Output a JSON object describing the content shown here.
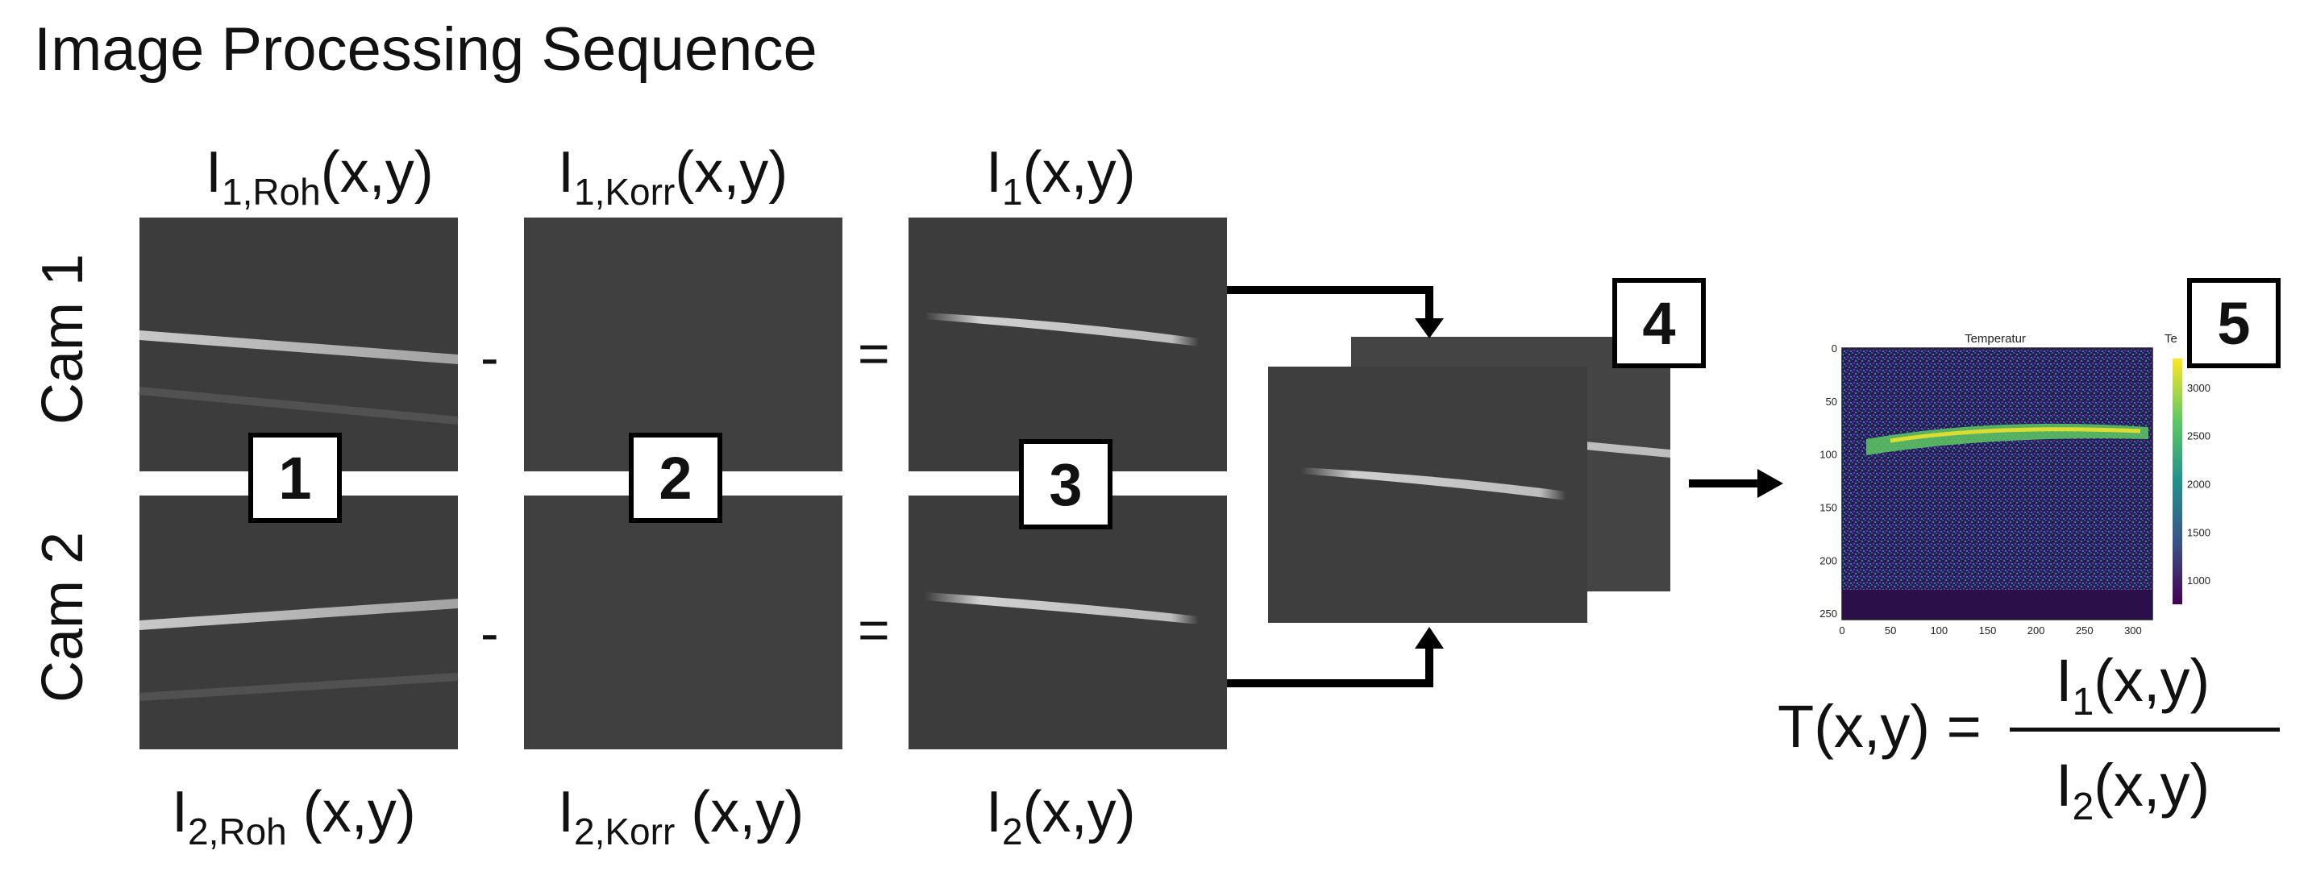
{
  "title": "Image Processing Sequence",
  "cameras": {
    "cam1": "Cam 1",
    "cam2": "Cam 2"
  },
  "columns": {
    "raw": {
      "top_main": "I",
      "top_sub": "1,Roh",
      "top_tail": "(x,y)",
      "bottom_main": "I",
      "bottom_sub": "2,Roh",
      "bottom_tail": " (x,y)"
    },
    "correction": {
      "top_main": "I",
      "top_sub": "1,Korr",
      "top_tail": "(x,y)",
      "bottom_main": "I",
      "bottom_sub": "2,Korr",
      "bottom_tail": " (x,y)"
    },
    "result": {
      "top_main": "I",
      "top_sub": "1",
      "top_tail": "(x,y)",
      "bottom_main": "I",
      "bottom_sub": "2",
      "bottom_tail": "(x,y)"
    }
  },
  "operators": {
    "minus": "-",
    "equals": "="
  },
  "steps": [
    "1",
    "2",
    "3",
    "4",
    "5"
  ],
  "temperature_plot": {
    "title": "Temperatur",
    "second_title": "Te",
    "x_ticks": [
      "0",
      "50",
      "100",
      "150",
      "200",
      "250",
      "300"
    ],
    "y_ticks": [
      "0",
      "50",
      "100",
      "150",
      "200",
      "250"
    ],
    "colorbar_ticks": [
      "3000",
      "2500",
      "2000",
      "1500",
      "1000"
    ]
  },
  "formula": {
    "lhs": "T(x,y) =",
    "num_main": "I",
    "num_sub": "1",
    "num_tail": "(x,y)",
    "den_main": "I",
    "den_sub": "2",
    "den_tail": "(x,y)"
  },
  "colors": {
    "panel": "#3c3c3c",
    "arrow": "#000000",
    "plot_bg": "#2b1d5c",
    "streak": "#d8d8d8"
  }
}
